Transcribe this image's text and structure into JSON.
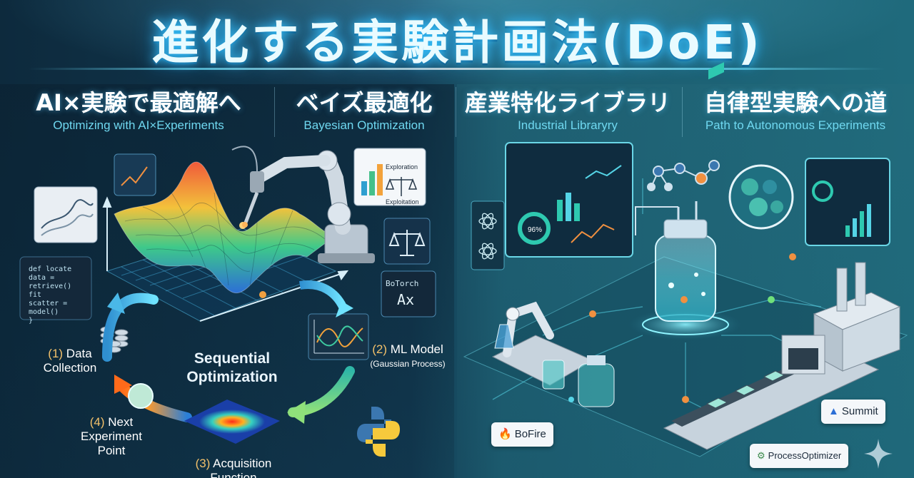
{
  "title": "進化する実験計画法(DoE)",
  "columns": [
    {
      "jp": "AI×実験で最適解へ",
      "en": "Optimizing with AI×Experiments"
    },
    {
      "jp": "ベイズ最適化",
      "en": "Bayesian Optimization"
    },
    {
      "jp": "産業特化ライブラリ",
      "en": "Industrial Libraryry"
    },
    {
      "jp": "自律型実験への道",
      "en": "Path to Autonomous Experiments"
    }
  ],
  "cycle": {
    "center_line1": "Sequential",
    "center_line2": "Optimization",
    "step1_num": "(1)",
    "step1_l1": "Data",
    "step1_l2": "Collection",
    "step2_num": "(2)",
    "step2_l1": "ML Model",
    "step2_l2": "(Gaussian Process)",
    "step3_num": "(3)",
    "step3_l1": "Acquisition",
    "step3_l2": "Function",
    "step4_num": "(4)",
    "step4_l1": "Next",
    "step4_l2": "Experiment",
    "step4_l3": "Point"
  },
  "cards": {
    "exploration": "Exploration",
    "exploitation": "Exploitation",
    "botorch": "BoTorch",
    "ax": "Ax",
    "dashboard_pct": "96%"
  },
  "code_lines": [
    "def locate",
    "  data = retrieve()",
    "  fit",
    "  scatter = model()",
    "}"
  ],
  "libraries": {
    "bofire": "BoFire",
    "summit": "Summit",
    "processoptimizer": "ProcessOptimizer"
  },
  "icons": [
    "python-logo-icon",
    "flame-icon",
    "summit-mountain-icon",
    "gear-icon",
    "sparkle-icon",
    "scale-icon",
    "atom-icon"
  ],
  "colors": {
    "accent": "#39c6ff",
    "step_number": "#f2c06a",
    "text_secondary": "#6fd8f0"
  }
}
